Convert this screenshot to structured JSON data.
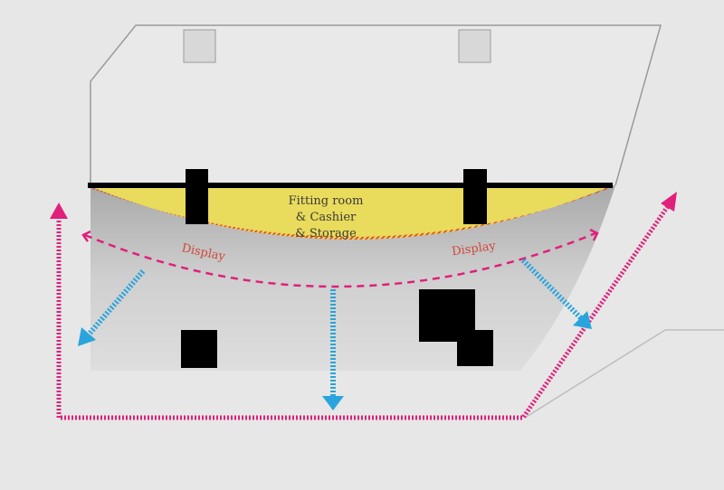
{
  "labels": {
    "back_area_line1": "Fitting room",
    "back_area_line2": "& Cashier",
    "back_area_line3": "& Storage",
    "display_left": "Display",
    "display_right": "Display"
  },
  "colors": {
    "background": "#e7e7e7",
    "back_area": "#e9db5c",
    "hatch": "#e0502a",
    "circulation_path": "#e0207a",
    "flow_arrows": "#2aa4dc",
    "walls": "#000000",
    "display_text": "#d0483a"
  }
}
